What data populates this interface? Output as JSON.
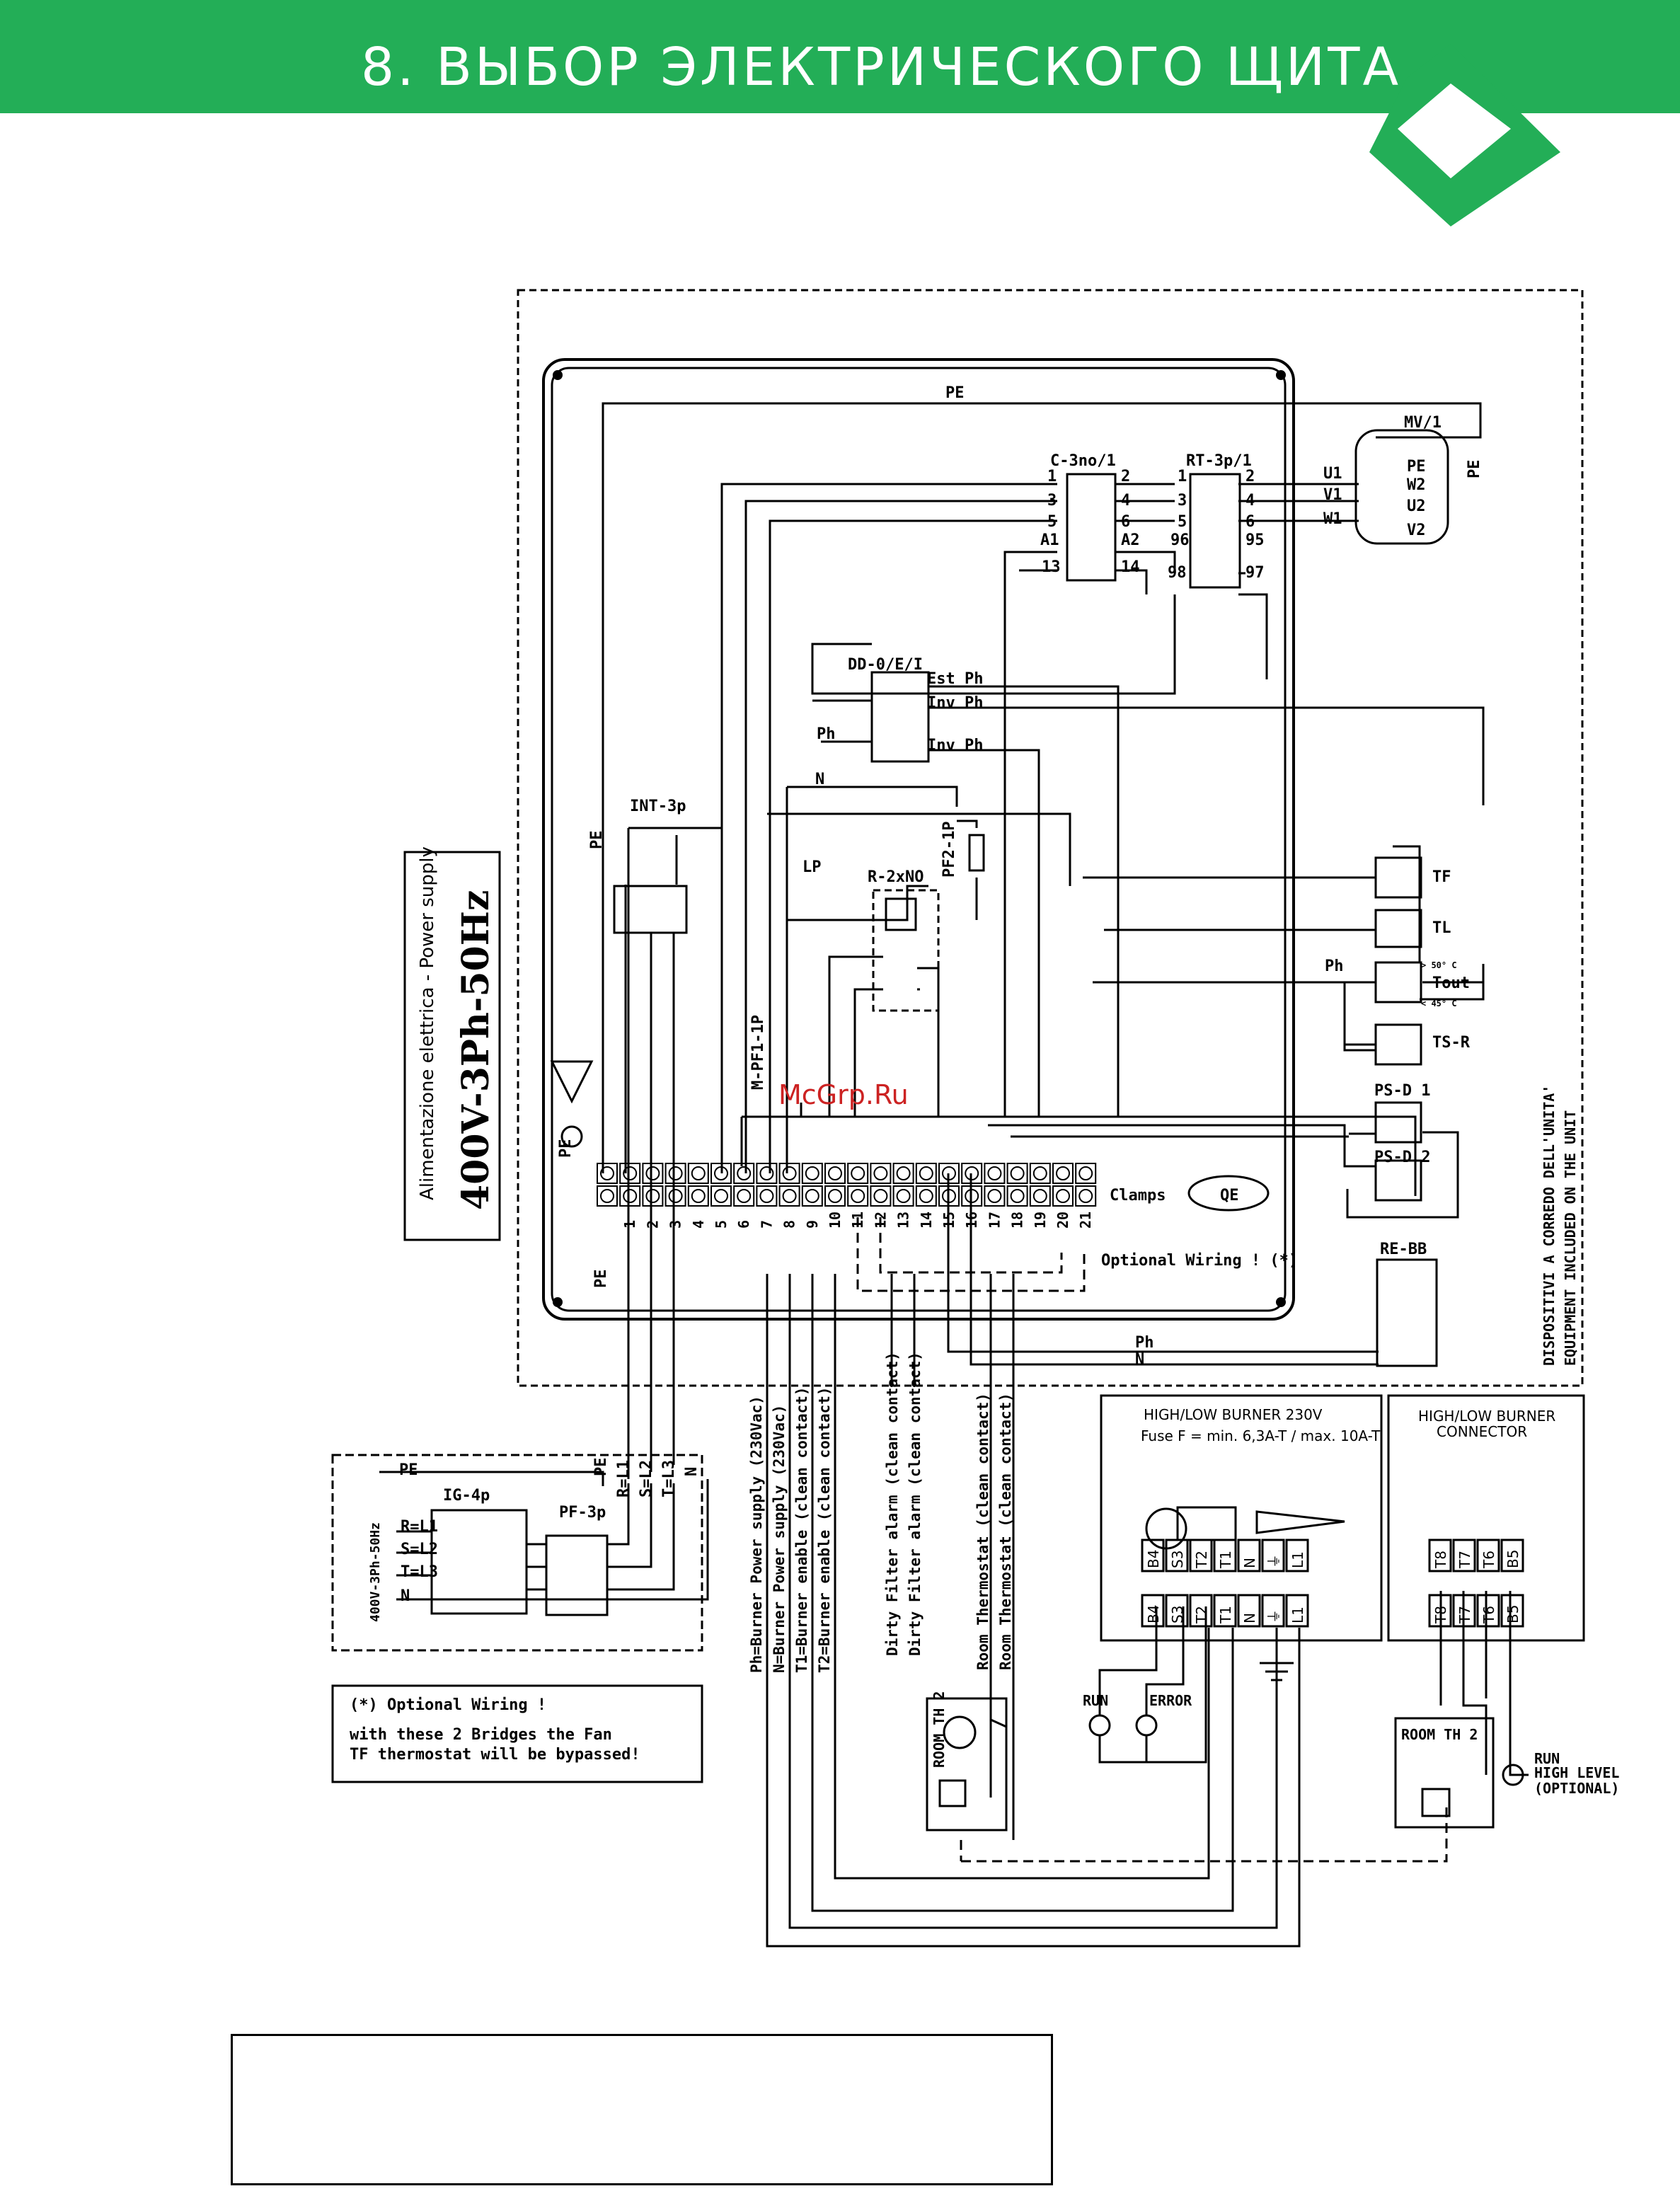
{
  "header": {
    "title": "8. ВЫБОР ЭЛЕКТРИЧЕСКОГО ЩИТА",
    "bg_color": "#23ae57",
    "diamond_color": "#23ae57",
    "text_color": "#ffffff"
  },
  "watermark": "McGrp.Ru",
  "power_supply": {
    "subtitle": "Alimentazione elettrica - Power supply",
    "title": "400V-3Ph-50Hz"
  },
  "side_note": {
    "line1": "DISPOSITIVI A CORREDO DELL'UNITA'",
    "line2": "EQUIPMENT INCLUDED ON THE UNIT"
  },
  "components": {
    "pe_top": "PE",
    "mv": "MV/1",
    "mv_pe": "PE",
    "contactor": "C-3no/1",
    "relay_rt": "RT-3p/1",
    "dd": "DD-0/E/I",
    "est_ph": "Est Ph",
    "inv_ph_1": "Inv Ph",
    "inv_ph_2": "Inv Ph",
    "ph_dd": "Ph",
    "int": "INT-3p",
    "n_label": "N",
    "lp": "LP",
    "r2": "R-2xNO",
    "pf2": "PF2-1P",
    "mpf": "M-PF1-1P",
    "pe_left": "PE",
    "pe_left2": "PE",
    "pe_bottom": "PE",
    "tf": "TF",
    "tl": "TL",
    "ph_tout": "Ph",
    "tout": "Tout",
    "ts_r": "TS-R",
    "psd1": "PS-D 1",
    "psd2": "PS-D 2",
    "rebb": "RE-BB",
    "clamps": "Clamps",
    "qe": "QE",
    "optional": "Optional Wiring ! (*)",
    "ph_bottom": "Ph",
    "n_bottom": "N",
    "u1": "U1",
    "v1": "V1",
    "w1": "W1",
    "m_pe": "PE",
    "w2": "W2",
    "u2": "U2",
    "v2": "V2",
    "c_1": "1",
    "c_2": "2",
    "c_3": "3",
    "c_4": "4",
    "c_5": "5",
    "c_6": "6",
    "c_a1": "A1",
    "c_a2": "A2",
    "c_13": "13",
    "c_14": "14",
    "r_1": "1",
    "r_2": "2",
    "r_3": "3",
    "r_4": "4",
    "r_5": "5",
    "r_6": "6",
    "r_96": "96",
    "r_95": "95",
    "r_98": "98",
    "r_97": "97",
    "tout_hi": "> 50° C",
    "tout_lo": "< 45° C"
  },
  "terminals": [
    "1",
    "2",
    "3",
    "4",
    "5",
    "6",
    "7",
    "8",
    "9",
    "10",
    "11",
    "12",
    "13",
    "14",
    "15",
    "16",
    "17",
    "18",
    "19",
    "20",
    "21"
  ],
  "mains": {
    "pe": "PE",
    "ig": "IG-4p",
    "pf": "PF-3p",
    "r": "R=L1",
    "s": "S=L2",
    "t": "T=L3",
    "n": "N",
    "vertical": "400V-3Ph-50Hz",
    "cable_pe": "PE",
    "cable_r": "R=L1",
    "cable_s": "S=L2",
    "cable_t": "T=L3",
    "cable_n": "N"
  },
  "legend": [
    "Ph=Burner Power supply (230Vac)",
    "N=Burner Power supply (230Vac)",
    "T1=Burner enable (clean contact)",
    "T2=Burner enable (clean contact)",
    "Dirty Filter alarm (clean contact)",
    "Dirty Filter alarm (clean contact)",
    "Room Thermostat (clean contact)",
    "Room Thermostat (clean contact)"
  ],
  "note": {
    "line1": "(*) Optional Wiring !",
    "line2": "with these 2 Bridges the Fan",
    "line3": "TF thermostat will be bypassed!"
  },
  "burner": {
    "title": "HIGH/LOW BURNER 230V",
    "fuse": "Fuse F = min. 6,3A-T / max. 10A-T",
    "terms_top": [
      "B4",
      "S3",
      "T2",
      "T1",
      "N",
      "⏚",
      "L1"
    ],
    "terms_bot": [
      "B4",
      "S3",
      "T2",
      "T1",
      "N",
      "⏚",
      "L1"
    ],
    "run": "RUN",
    "error": "ERROR"
  },
  "connector": {
    "title_1": "HIGH/LOW BURNER",
    "title_2": "CONNECTOR",
    "terms_top": [
      "T8",
      "T7",
      "T6",
      "B5"
    ],
    "terms_bot": [
      "T8",
      "T7",
      "T6",
      "B5"
    ],
    "room_th": "ROOM TH 2",
    "run_1": "RUN",
    "run_2": "HIGH LEVEL",
    "run_3": "(OPTIONAL)"
  },
  "room_th_left": "ROOM TH 2"
}
